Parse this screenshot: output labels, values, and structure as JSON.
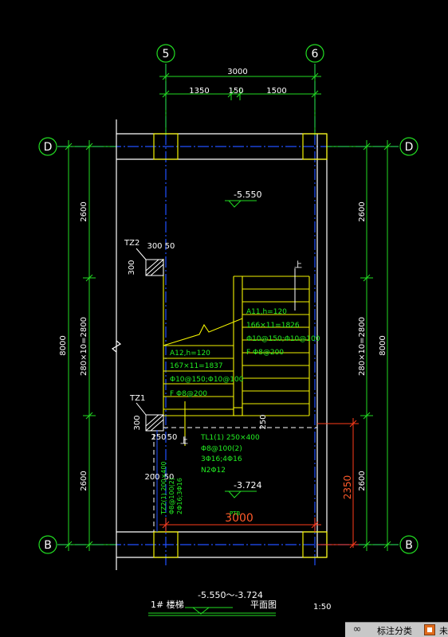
{
  "axes": {
    "col5": "5",
    "col6": "6",
    "rowD": "D",
    "rowB": "B"
  },
  "dims": {
    "top_total": "3000",
    "top_left": "1350",
    "top_mid": "150",
    "top_right": "1500",
    "left_upper": "2600",
    "left_mid": "280×10=2800",
    "left_lower": "2600",
    "left_total": "8000",
    "right_upper": "2600",
    "right_mid": "280×10=2800",
    "right_lower": "2600",
    "right_total": "8000",
    "red_height": "2350",
    "red_width": "3000",
    "tz2_w1": "300",
    "tz2_w2": "50",
    "tz2_h": "300",
    "tz1_w1": "250",
    "tz1_w2": "50",
    "tz1_h": "300",
    "gap_250": "250",
    "col_200": "200",
    "col_50": "50"
  },
  "labels": {
    "elev_top": "-5.550",
    "elev_bottom": "-3.724",
    "tz2": "TZ2",
    "tz1": "TZ1",
    "up_top": "上",
    "up_bottom": "上",
    "pto": "PTB"
  },
  "notes_right": [
    "A11,h=120",
    "166×11=1826",
    "Φ10@150;Φ10@100",
    "F Φ8@200"
  ],
  "notes_left": [
    "A12,h=120",
    "167×11=1837",
    "Φ10@150;Φ10@100",
    "F Φ8@200"
  ],
  "beam_tl1": [
    "TL1(1) 250×400",
    "Φ8@100(2)",
    "3Φ16;4Φ16",
    "N2Φ12"
  ],
  "beam_tz2": [
    "TZ2(1) 200×400",
    "Φ8@100(2)",
    "2Φ16;3Φ16"
  ],
  "title": {
    "name": "1# 楼梯",
    "range": "-5.550～-3.724",
    "plan": "平面图",
    "scale": "1:50"
  },
  "statusbar": {
    "icon": "∞",
    "label": "标注分类",
    "more": "未"
  }
}
